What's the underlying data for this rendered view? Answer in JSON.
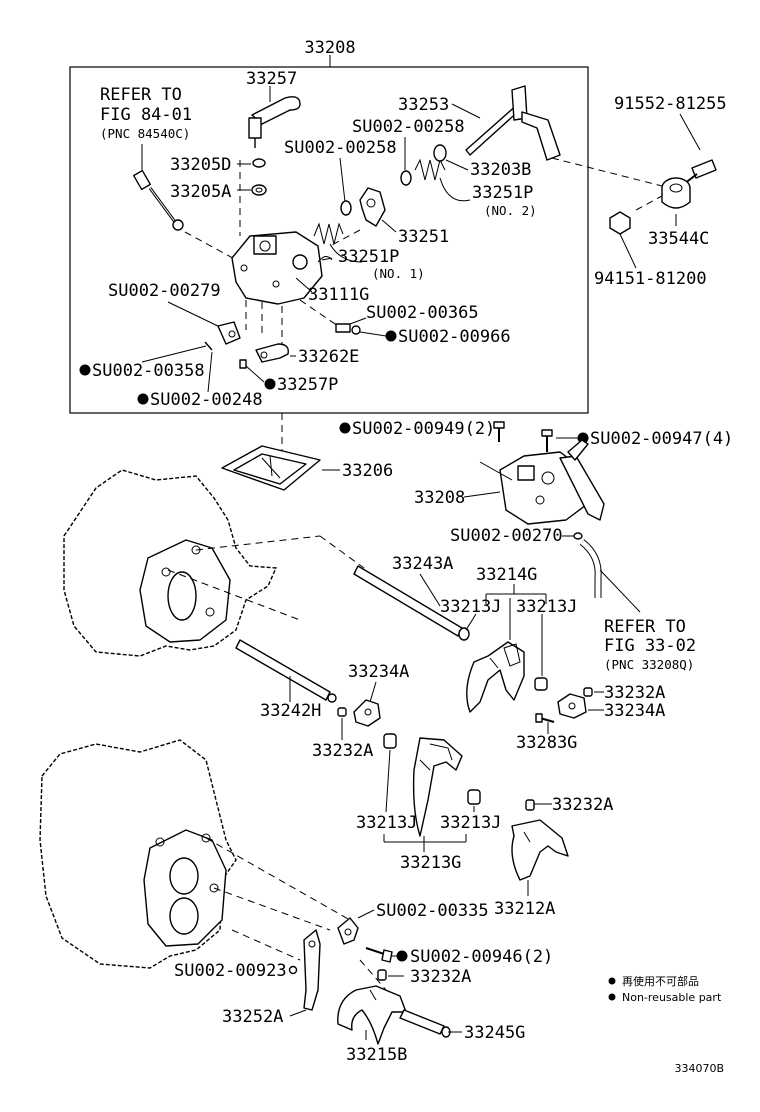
{
  "diagram_code": "334070B",
  "box_title": "33208",
  "refs": {
    "r1": [
      "REFER TO",
      "FIG 84-01",
      "(PNC 84540C)"
    ],
    "r2": [
      "REFER TO",
      "FIG 33-02",
      "(PNC 33208Q)"
    ]
  },
  "legend": {
    "line1": "再使用不可部品",
    "line2": "Non-reusable part"
  },
  "labels": {
    "p33257": "33257",
    "p33253": "33253",
    "p91552": "91552-81255",
    "su258a": "SU002-00258",
    "su258b": "SU002-00258",
    "p33205d": "33205D",
    "p33205a": "33205A",
    "p33203b": "33203B",
    "p33251p2": "33251P",
    "no2": "(NO. 2)",
    "p33251": "33251",
    "p33251p1": "33251P",
    "no1": "(NO. 1)",
    "p33544c": "33544C",
    "p94151": "94151-81200",
    "p33111g": "33111G",
    "su279": "SU002-00279",
    "su365": "SU002-00365",
    "su966": "SU002-00966",
    "su358": "SU002-00358",
    "p33262e": "33262E",
    "su248": "SU002-00248",
    "p33257p": "33257P",
    "su949": "SU002-00949(2)",
    "su947": "SU002-00947(4)",
    "p33206": "33206",
    "p33208b": "33208",
    "su270": "SU002-00270",
    "p33243a": "33243A",
    "p33214g": "33214G",
    "p33213j_1": "33213J",
    "p33213j_2": "33213J",
    "p33234a_1": "33234A",
    "p33232a_1": "33232A",
    "p33234a_2": "33234A",
    "p33242h": "33242H",
    "p33232a_2": "33232A",
    "p33283g": "33283G",
    "p33232a_3": "33232A",
    "p33213j_3": "33213J",
    "p33213j_4": "33213J",
    "p33213g": "33213G",
    "p33212a": "33212A",
    "su335": "SU002-00335",
    "su946": "SU002-00946(2)",
    "su923": "SU002-00923",
    "p33232a_4": "33232A",
    "p33252a": "33252A",
    "p33245g": "33245G",
    "p33215b": "33215B"
  }
}
